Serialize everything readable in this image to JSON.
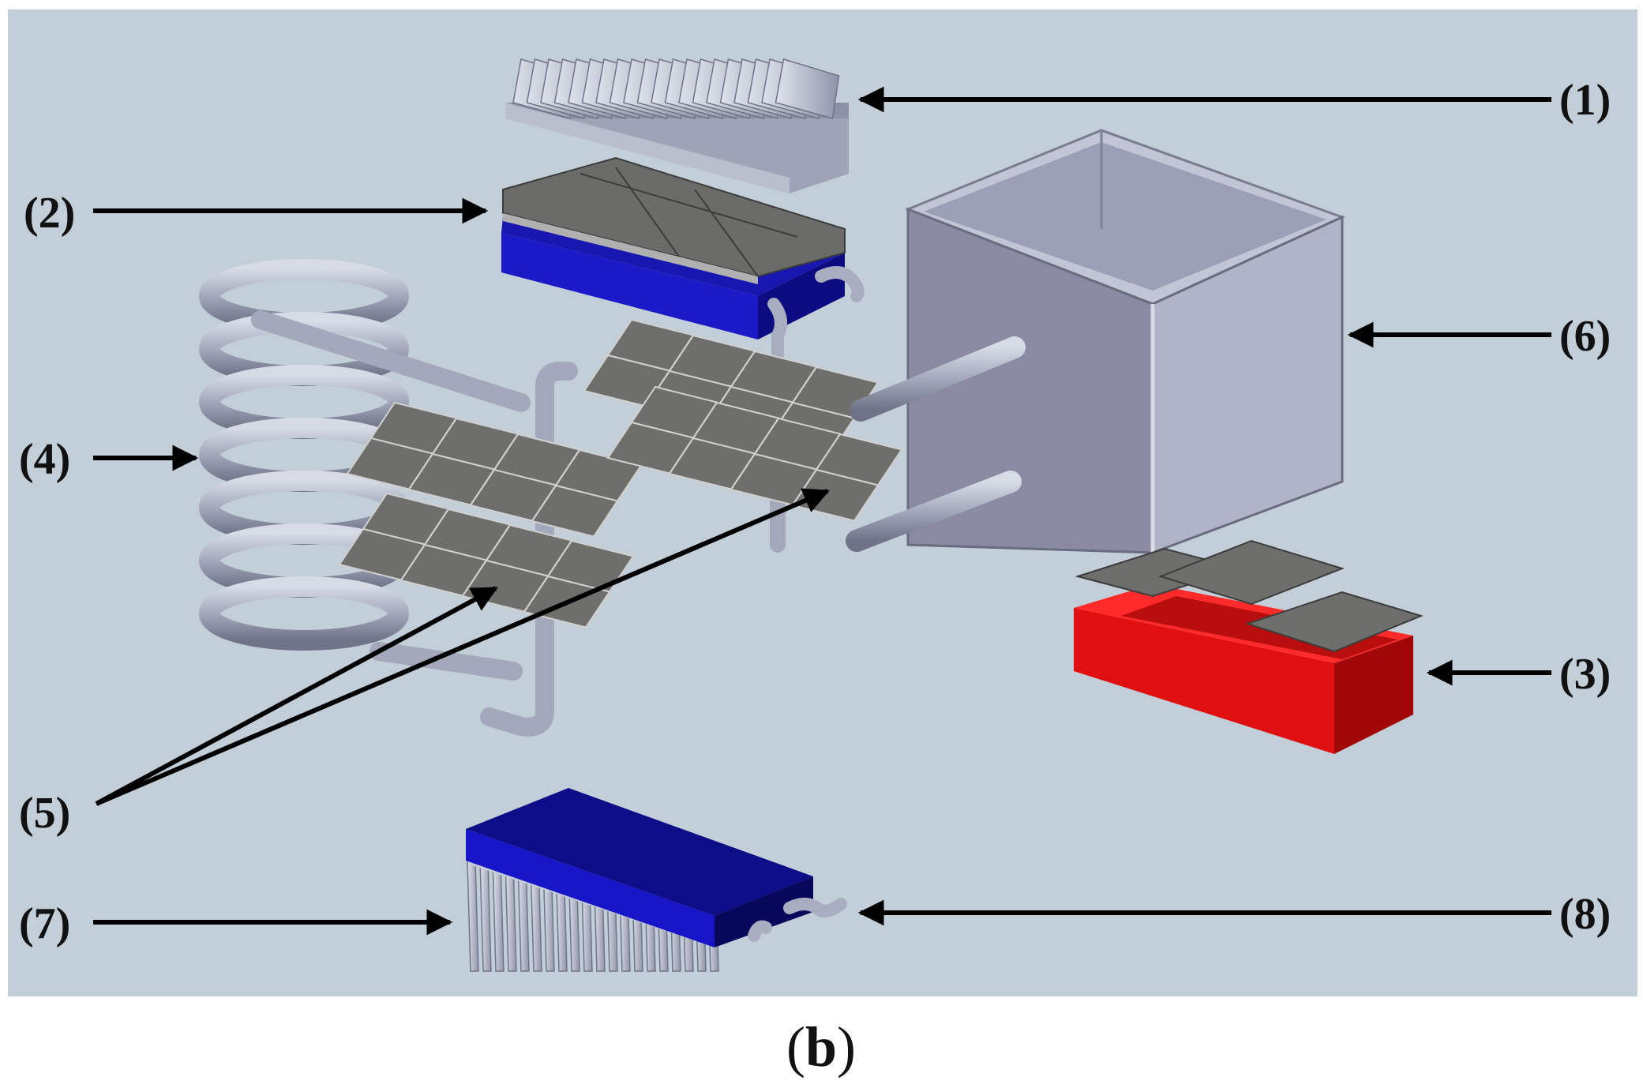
{
  "figure": {
    "callouts": [
      {
        "id": 1,
        "label": "(1)"
      },
      {
        "id": 2,
        "label": "(2)"
      },
      {
        "id": 3,
        "label": "(3)"
      },
      {
        "id": 4,
        "label": "(4)"
      },
      {
        "id": 5,
        "label": "(5)"
      },
      {
        "id": 6,
        "label": "(6)"
      },
      {
        "id": 7,
        "label": "(7)"
      },
      {
        "id": 8,
        "label": "(8)"
      }
    ],
    "caption": {
      "open": "(",
      "letter": "b",
      "close": ")"
    },
    "colors": {
      "background_panel": "#c3cfd8",
      "metal_light": "#b4bbcb",
      "metal_dark": "#6c7186",
      "plate_gray": "#6c6c68",
      "water_block_blue": "#1616b8",
      "cold_block_red": "#e01010",
      "box_gray": "#8f90a8",
      "arrow": "#000000"
    }
  }
}
